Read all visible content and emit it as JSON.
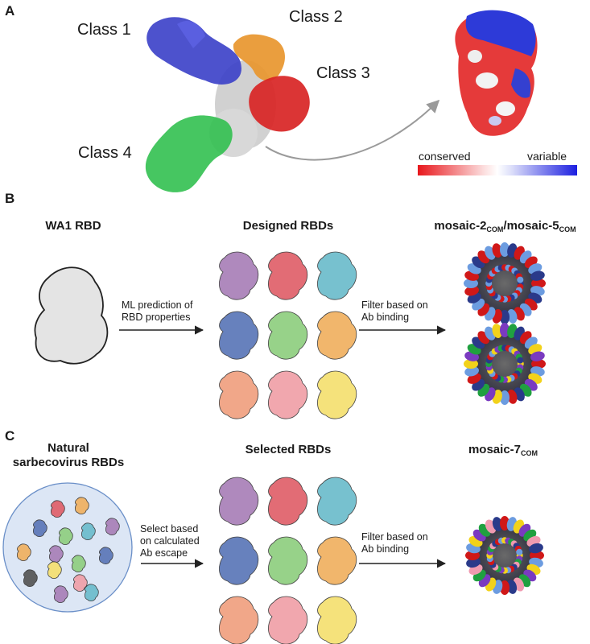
{
  "panelA": {
    "letter": "A",
    "class1": {
      "label": "Class 1",
      "color": "#4f6fd0"
    },
    "class2": {
      "label": "Class 2",
      "color": "#f0a040"
    },
    "class3": {
      "label": "Class 3",
      "color": "#e02a2a"
    },
    "class4": {
      "label": "Class 4",
      "color": "#2dbb4a"
    },
    "legend": {
      "left": "conserved",
      "right": "variable",
      "low_color": "#e8171c",
      "high_color": "#1c1fe0"
    }
  },
  "panelB": {
    "letter": "B",
    "heading_left": "WA1 RBD",
    "heading_mid": "Designed RBDs",
    "heading_right_a": "mosaic-2",
    "heading_right_sub_a": "COM",
    "heading_right_b": "/mosaic-5",
    "heading_right_sub_b": "COM",
    "arrow1_label": [
      "ML prediction of",
      "RBD properties"
    ],
    "arrow2_label": [
      "Filter based on",
      "Ab binding"
    ]
  },
  "panelC": {
    "letter": "C",
    "heading_left": [
      "Natural",
      "sarbecovirus RBDs"
    ],
    "heading_mid": "Selected RBDs",
    "heading_right": "mosaic-7",
    "heading_right_sub": "COM",
    "arrow1_label": [
      "Select based",
      "on calculated",
      "Ab escape"
    ],
    "arrow2_label": [
      "Filter based on",
      "Ab binding"
    ]
  },
  "rbd_colors": [
    "#a97fb8",
    "#e0606a",
    "#6cbccc",
    "#5b77b8",
    "#8fcf80",
    "#f0b060",
    "#f0a080",
    "#f0a0a8",
    "#f5e070"
  ]
}
